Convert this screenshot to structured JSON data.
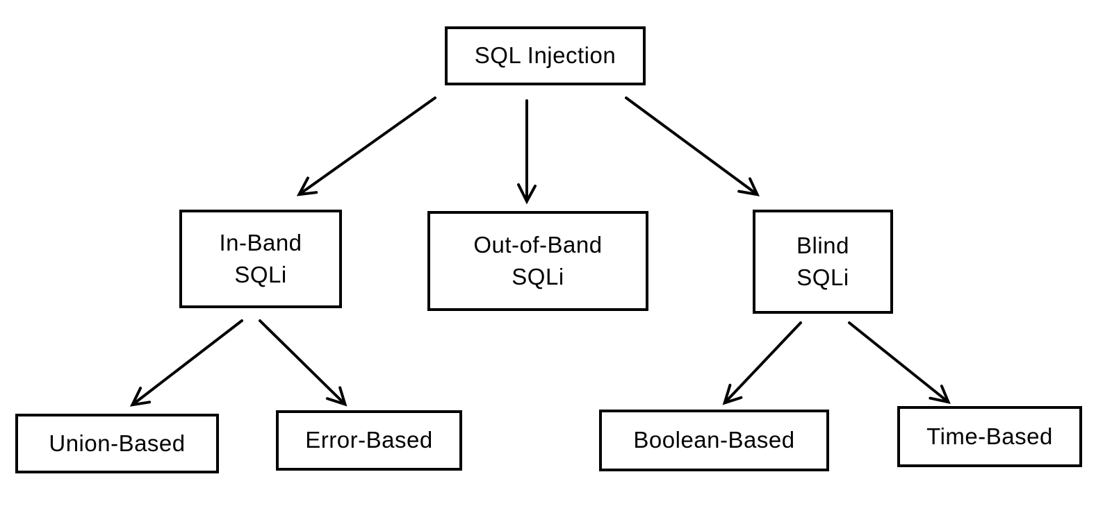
{
  "diagram": {
    "background_color": "#ffffff",
    "stroke_color": "#000000",
    "text_color": "#000000",
    "nodes": {
      "root": {
        "label": "SQL Injection"
      },
      "in_band": {
        "label": "In-Band\nSQLi"
      },
      "out_of_band": {
        "label": "Out-of-Band\nSQLi"
      },
      "blind": {
        "label": "Blind\nSQLi"
      },
      "union_based": {
        "label": "Union-Based"
      },
      "error_based": {
        "label": "Error-Based"
      },
      "boolean_based": {
        "label": "Boolean-Based"
      },
      "time_based": {
        "label": "Time-Based"
      }
    },
    "edges": [
      {
        "from": "SQL Injection",
        "to": "In-Band SQLi"
      },
      {
        "from": "SQL Injection",
        "to": "Out-of-Band SQLi"
      },
      {
        "from": "SQL Injection",
        "to": "Blind SQLi"
      },
      {
        "from": "In-Band SQLi",
        "to": "Union-Based"
      },
      {
        "from": "In-Band SQLi",
        "to": "Error-Based"
      },
      {
        "from": "Blind SQLi",
        "to": "Boolean-Based"
      },
      {
        "from": "Blind SQLi",
        "to": "Time-Based"
      }
    ]
  }
}
